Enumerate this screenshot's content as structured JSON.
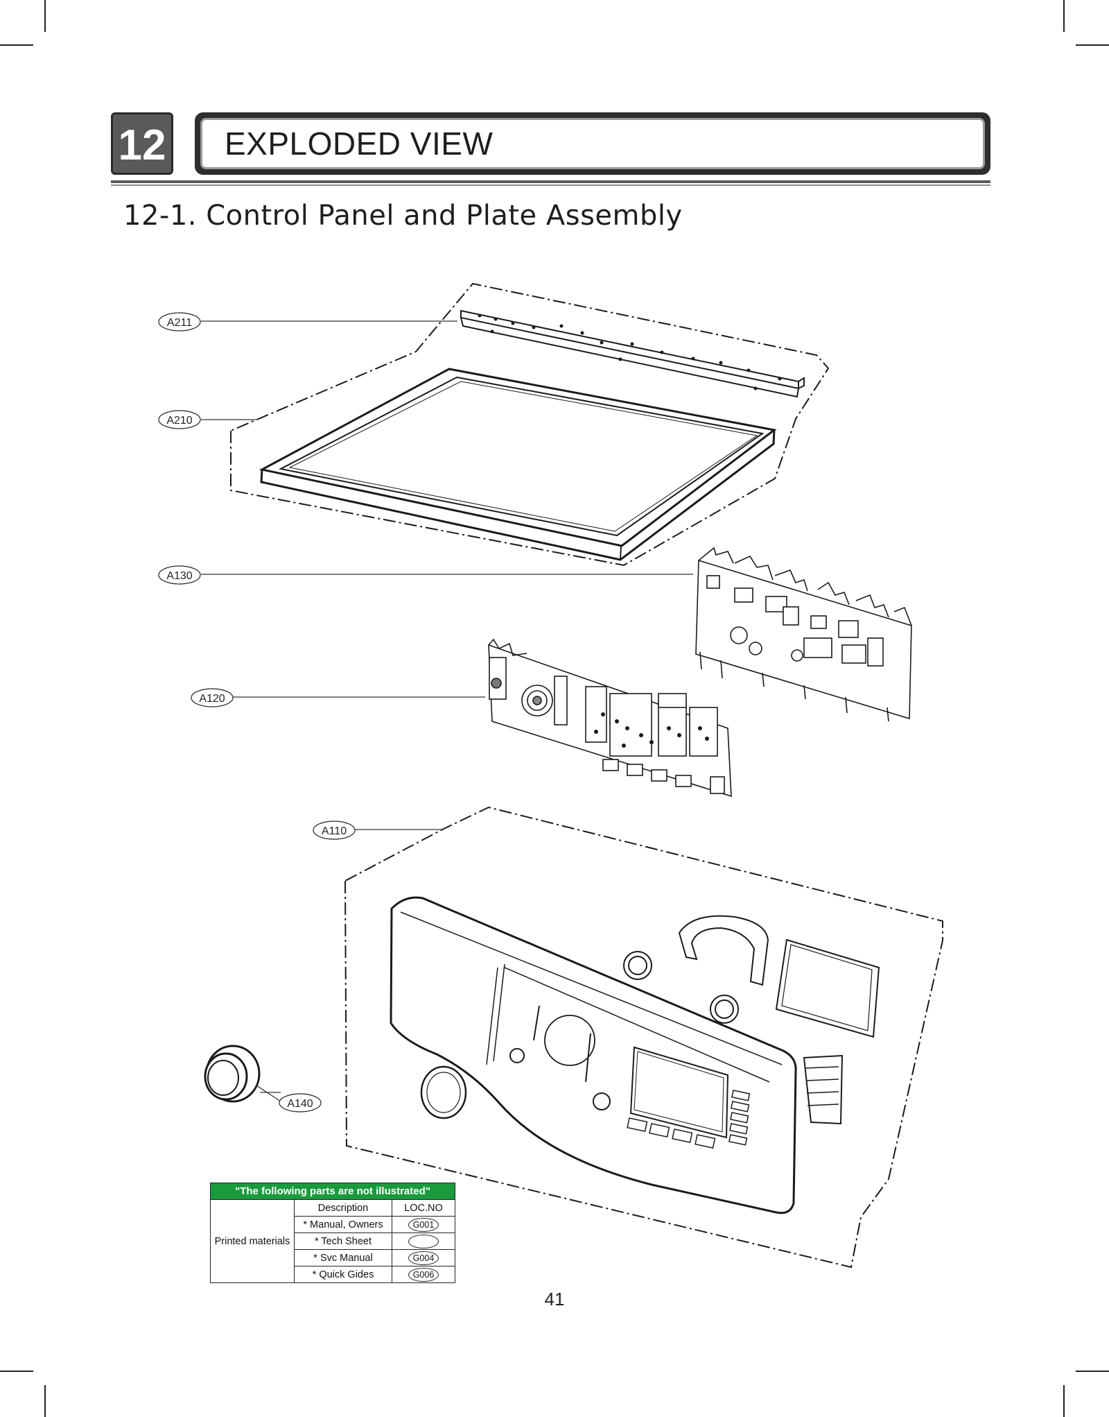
{
  "chapter": {
    "number": "12",
    "title": "EXPLODED VIEW"
  },
  "section": {
    "title": "12-1. Control Panel and Plate Assembly"
  },
  "callouts": [
    "A211",
    "A210",
    "A130",
    "A120",
    "A110",
    "A140"
  ],
  "parts_table": {
    "header": "\"The following parts are not illustrated\"",
    "group": "Printed materials",
    "columns": [
      "Description",
      "LOC.NO"
    ],
    "rows": [
      {
        "description": "* Manual, Owners",
        "loc": "G001"
      },
      {
        "description": "* Tech Sheet",
        "loc": ""
      },
      {
        "description": "* Svc Manual",
        "loc": "G004"
      },
      {
        "description": "* Quick Gides",
        "loc": "G006"
      }
    ]
  },
  "page_number": "41",
  "colors": {
    "table_header": "#1a9a3c",
    "chapter_box": "#5a5a5a"
  }
}
